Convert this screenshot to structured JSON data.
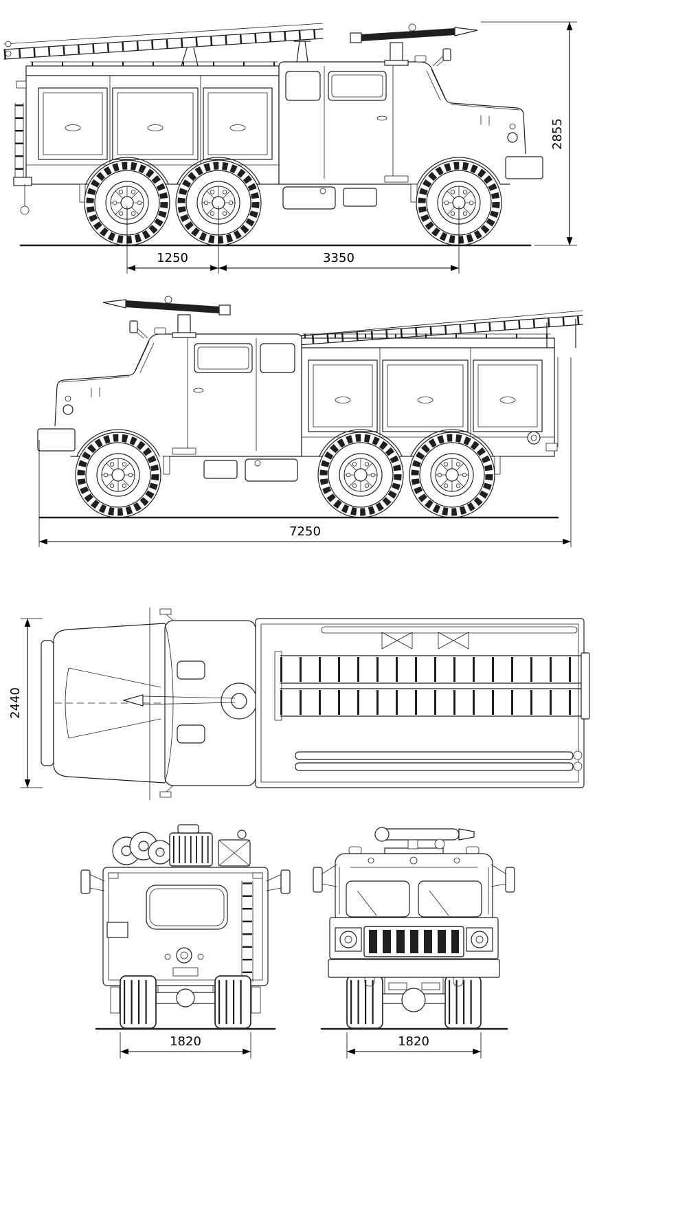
{
  "palette": {
    "line": "#1f1f1f",
    "background": "#ffffff",
    "dimension_text": "#000000"
  },
  "dimensions": {
    "height": "2855",
    "rear_axle_spacing": "1250",
    "axle_to_front": "3350",
    "overall_length": "7250",
    "overall_width": "2440",
    "rear_track": "1820",
    "front_track": "1820"
  }
}
